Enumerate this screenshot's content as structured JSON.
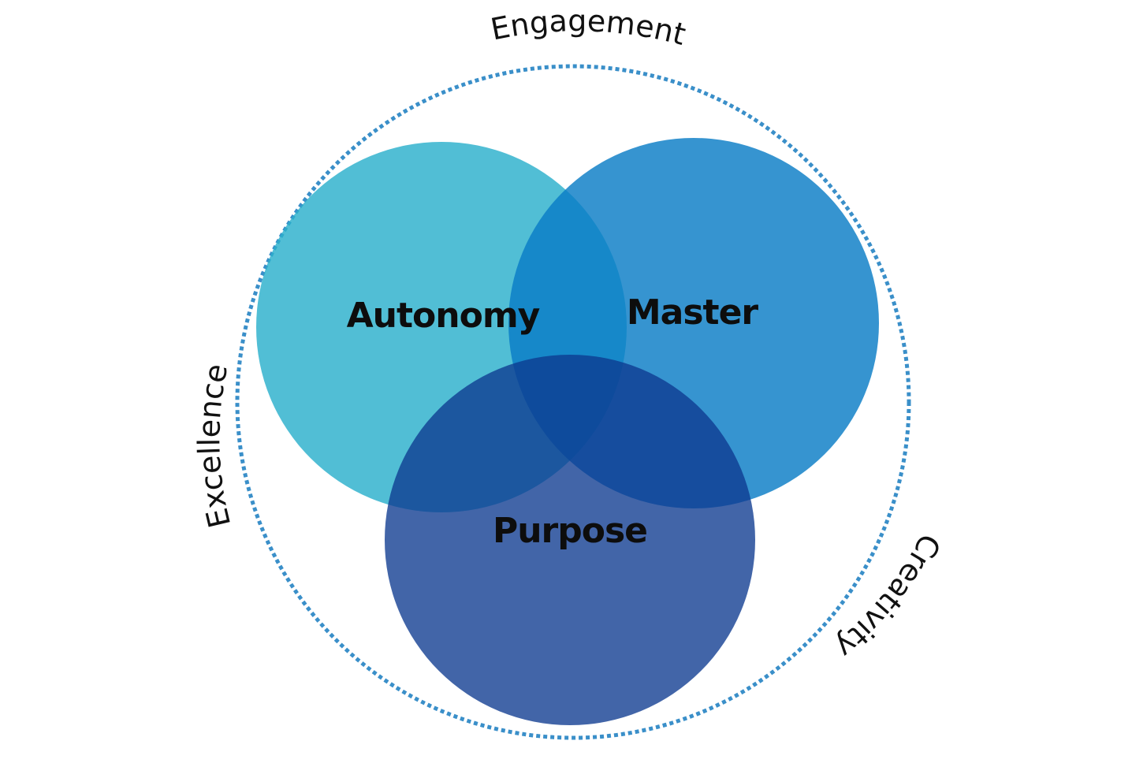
{
  "diagram": {
    "circles": {
      "autonomy": {
        "label": "Autonomy",
        "color": "#2bb0cc"
      },
      "master": {
        "label": "Master",
        "color": "#0a7cc6"
      },
      "purpose": {
        "label": "Purpose",
        "color": "#0d3a8f"
      }
    },
    "ring": {
      "color": "#3a8fc9",
      "labels": {
        "top": "Engagement",
        "left": "Excellence",
        "right": "Creativity"
      }
    }
  }
}
